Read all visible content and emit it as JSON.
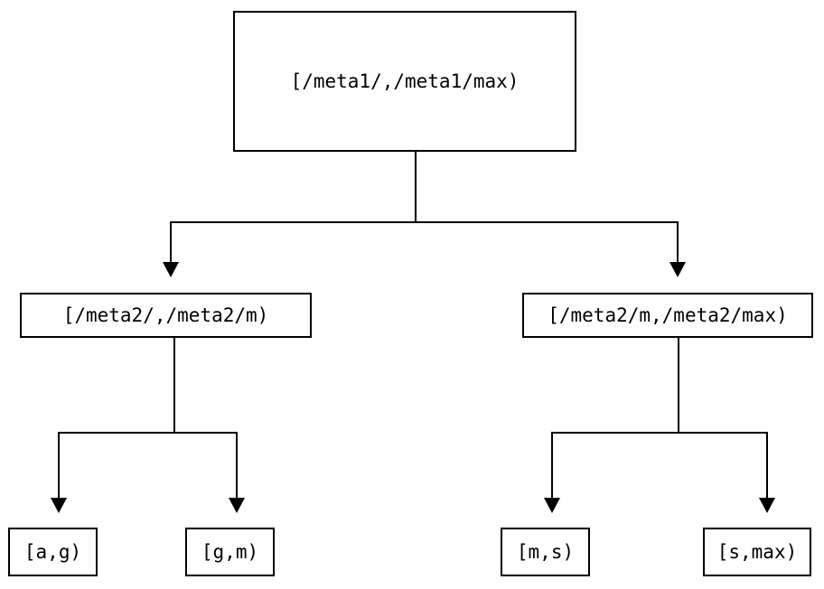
{
  "diagram": {
    "type": "tree",
    "title": "",
    "background_color": "#ffffff",
    "line_color": "#000000",
    "text_color": "#000000",
    "nodes": {
      "root": {
        "label": "[/meta1/,/meta1/max)"
      },
      "mid_left": {
        "label": "[/meta2/,/meta2/m)"
      },
      "mid_right": {
        "label": "[/meta2/m,/meta2/max)"
      },
      "leaf_ag": {
        "label": "[a,g)"
      },
      "leaf_gm": {
        "label": "[g,m)"
      },
      "leaf_ms": {
        "label": "[m,s)"
      },
      "leaf_smax": {
        "label": "[s,max)"
      }
    }
  }
}
